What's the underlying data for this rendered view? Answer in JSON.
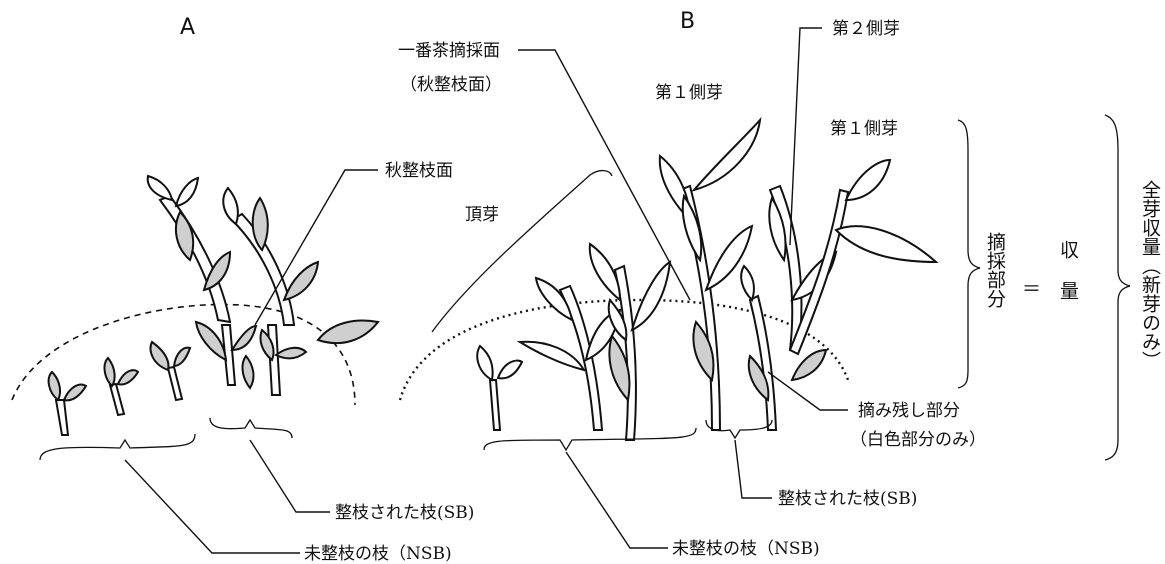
{
  "panels": {
    "a": "A",
    "b": "B"
  },
  "labels": {
    "a_autumn_plane": "秋整枝面",
    "b_plucking_plane": "一番茶摘採面",
    "b_plucking_plane_sub": "（秋整枝面）",
    "b_terminal_bud": "頂芽",
    "b_first_lateral_left": "第１側芽",
    "b_second_lateral": "第２側芽",
    "b_first_lateral_right": "第１側芽",
    "plucked_part": "摘採部分",
    "equals": "＝",
    "yield": "収量",
    "total_bud_yield": "全芽収量（新芽のみ）",
    "remaining_part": "摘み残し部分",
    "remaining_part_sub": "（白色部分のみ）",
    "a_sb": "整枝された枝(SB)",
    "a_nsb": "未整枝の枝（NSB)",
    "b_sb": "整枝された枝(SB)",
    "b_nsb": "未整枝の枝（NSB)"
  }
}
